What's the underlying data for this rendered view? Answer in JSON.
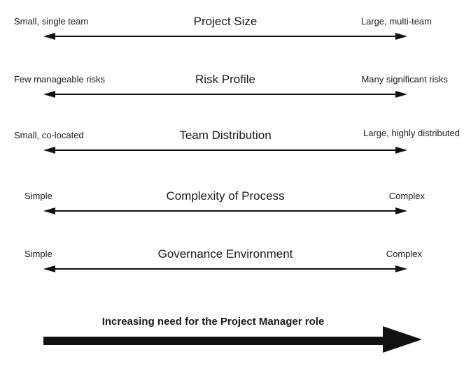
{
  "colors": {
    "ink": "#111111",
    "background": "#ffffff"
  },
  "scales": [
    {
      "title": "Project Size",
      "left": "Small, single team",
      "right": "Large, multi-team"
    },
    {
      "title": "Risk Profile",
      "left": "Few manageable risks",
      "right": "Many significant risks"
    },
    {
      "title": "Team Distribution",
      "left": "Small, co-located",
      "right": "Large, highly distributed"
    },
    {
      "title": "Complexity of Process",
      "left": "Simple",
      "right": "Complex"
    },
    {
      "title": "Governance Environment",
      "left": "Simple",
      "right": "Complex"
    }
  ],
  "footer": {
    "label": "Increasing need for the Project Manager role"
  }
}
